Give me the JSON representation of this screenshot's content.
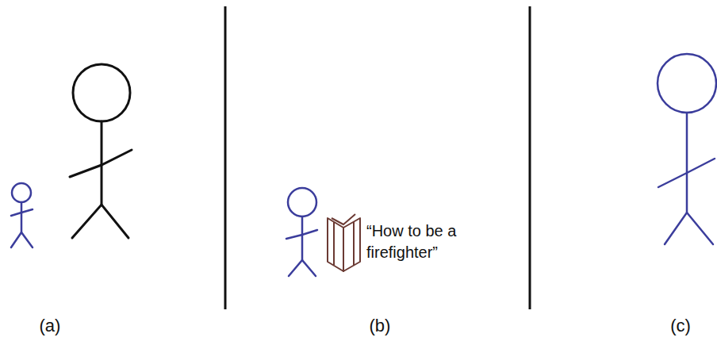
{
  "diagram": {
    "labels": [
      "“How to be a firefighter”",
      "(a)",
      "(b)",
      "(c)"
    ]
  }
}
